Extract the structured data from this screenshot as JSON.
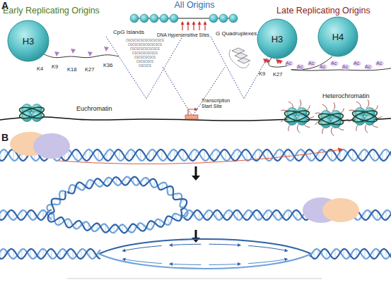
{
  "diagram": {
    "nodes": [
      {
        "text": [
          "H3"
        ]
      },
      {
        "text": [
          "H3"
        ]
      },
      {
        "text": [
          "H4"
        ]
      }
    ],
    "labels": [
      "A",
      "Early Replicating Origins",
      "All Origins",
      "Late Replicating Origins",
      "CpG Islands",
      "DNA Hypersensitive Sites",
      "G Quadruplexes",
      "CGCGCGCGCGCGCGCGCG",
      "CGCGCGCGCGCGCGCG",
      "CGCGCGCGCGCGCG",
      "CGCGCGCGCGCG",
      "CGCGCGCGCG",
      "CGCGCGCG",
      "CGCGCG",
      "K4",
      "K9",
      "K18",
      "K27",
      "K36",
      "Transcription Start Site",
      "K9",
      "K27",
      "Ac",
      "Ac",
      "Ac",
      "Ac",
      "Ac",
      "Ac",
      "Ac",
      "Ac",
      "Ac",
      "Euchromatin",
      "Heterochromatin",
      "B"
    ]
  }
}
